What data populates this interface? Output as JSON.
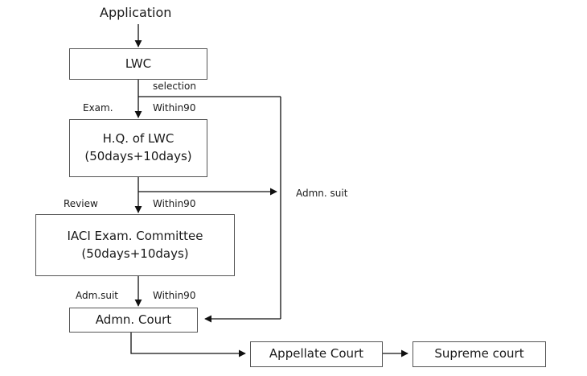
{
  "diagram": {
    "start_label": "Application",
    "nodes": {
      "lwc": "LWC",
      "hq_line1": "H.Q. of LWC",
      "hq_line2": "(50days+10days)",
      "iaci_line1": "IACI Exam. Committee",
      "iaci_line2": "(50days+10days)",
      "admn_court": "Admn. Court",
      "appellate_court": "Appellate Court",
      "supreme_court": "Supreme court"
    },
    "edge_labels": {
      "selection": "selection",
      "exam": "Exam.",
      "within_1": "Within90",
      "review": "Review",
      "within_2": "Within90",
      "admn_suit": "Admn. suit",
      "adm_suit": "Adm.suit",
      "within_3": "Within90"
    }
  }
}
